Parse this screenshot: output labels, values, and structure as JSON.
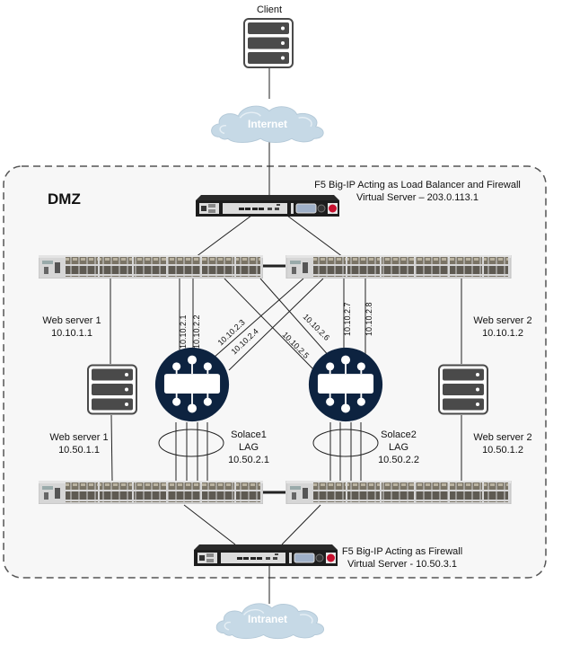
{
  "diagram": {
    "zone_label": "DMZ",
    "client": {
      "label": "Client",
      "icon": "server-icon"
    },
    "internet_cloud": {
      "label": "Internet",
      "icon": "cloud-icon"
    },
    "intranet_cloud": {
      "label": "Intranet",
      "icon": "cloud-icon"
    },
    "f5_top": {
      "line1": "F5 Big-IP Acting as Load Balancer and Firewall",
      "line2": "Virtual Server – 203.0.113.1"
    },
    "f5_bottom": {
      "line1": "F5 Big-IP Acting as Firewall",
      "line2": "Virtual Server - 10.50.3.1"
    },
    "web_server_1": {
      "top_name": "Web server 1",
      "top_ip": "10.10.1.1",
      "bottom_name": "Web server 1",
      "bottom_ip": "10.50.1.1"
    },
    "web_server_2": {
      "top_name": "Web server 2",
      "top_ip": "10.10.1.2",
      "bottom_name": "Web server 2",
      "bottom_ip": "10.50.1.2"
    },
    "solace1": {
      "name": "Solace1",
      "lag": "LAG",
      "ip": "10.50.2.1"
    },
    "solace2": {
      "name": "Solace2",
      "lag": "LAG",
      "ip": "10.50.2.2"
    },
    "link_labels": [
      "10.10.2.1",
      "10.10.2.2",
      "10.10.2.3",
      "10.10.2.4",
      "10.10.2.5",
      "10.10.2.6",
      "10.10.2.7",
      "10.10.2.8"
    ],
    "colors": {
      "dmz_border": "#555555",
      "dmz_fill": "#f7f7f7",
      "solace_fill": "#0d2340",
      "server_fill": "#4a4a4a",
      "cloud_fill": "#c6d9e6",
      "switch_fill": "#cfcfcf"
    }
  }
}
